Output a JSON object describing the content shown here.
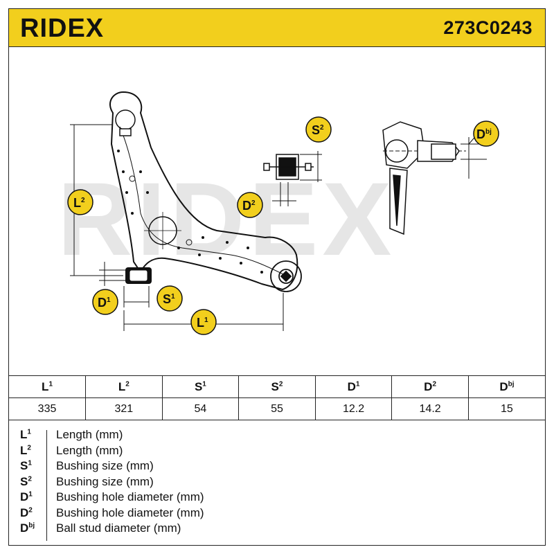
{
  "header": {
    "brand": "RIDEX",
    "part_number": "273C0243",
    "accent_color": "#f2cf1d"
  },
  "drawing": {
    "watermark": "RIDEX",
    "badges": {
      "L1": {
        "base": "L",
        "sup": "1"
      },
      "L2": {
        "base": "L",
        "sup": "2"
      },
      "S1": {
        "base": "S",
        "sup": "1"
      },
      "S2": {
        "base": "S",
        "sup": "2"
      },
      "D1": {
        "base": "D",
        "sup": "1"
      },
      "D2": {
        "base": "D",
        "sup": "2"
      },
      "Dbj": {
        "base": "D",
        "sup": "bj"
      }
    }
  },
  "table": {
    "headers": [
      {
        "base": "L",
        "sup": "1"
      },
      {
        "base": "L",
        "sup": "2"
      },
      {
        "base": "S",
        "sup": "1"
      },
      {
        "base": "S",
        "sup": "2"
      },
      {
        "base": "D",
        "sup": "1"
      },
      {
        "base": "D",
        "sup": "2"
      },
      {
        "base": "D",
        "sup": "bj"
      }
    ],
    "values": [
      "335",
      "321",
      "54",
      "55",
      "12.2",
      "14.2",
      "15"
    ]
  },
  "legend": [
    {
      "base": "L",
      "sup": "1",
      "desc": "Length (mm)"
    },
    {
      "base": "L",
      "sup": "2",
      "desc": "Length (mm)"
    },
    {
      "base": "S",
      "sup": "1",
      "desc": "Bushing size (mm)"
    },
    {
      "base": "S",
      "sup": "2",
      "desc": "Bushing size (mm)"
    },
    {
      "base": "D",
      "sup": "1",
      "desc": "Bushing hole diameter (mm)"
    },
    {
      "base": "D",
      "sup": "2",
      "desc": "Bushing hole diameter (mm)"
    },
    {
      "base": "D",
      "sup": "bj",
      "desc": "Ball stud diameter (mm)"
    }
  ]
}
